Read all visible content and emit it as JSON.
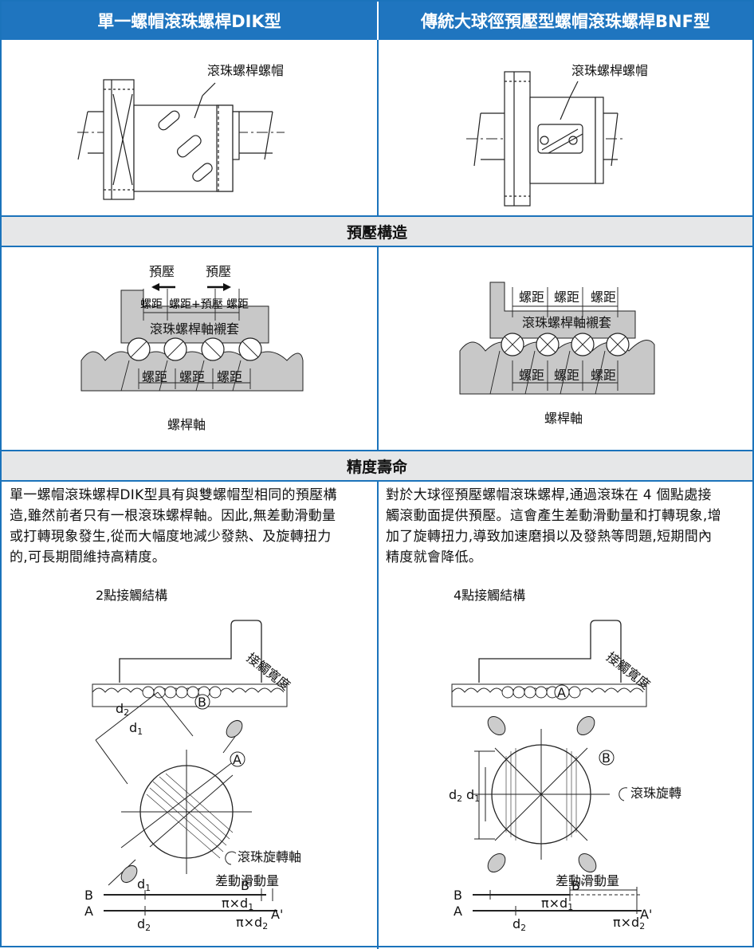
{
  "columns": {
    "left_title": "單一螺帽滾珠螺桿DIK型",
    "right_title": "傳統大球徑預壓型螺帽滾珠螺桿BNF型"
  },
  "structure": {
    "left_nut_label": "滾珠螺桿螺帽",
    "right_nut_label": "滾珠螺桿螺帽"
  },
  "preload": {
    "band_title": "預壓構造",
    "left": {
      "preload_1": "預壓",
      "preload_2": "預壓",
      "pitch_a": "螺距",
      "pitch_plus": "螺距+預壓",
      "pitch_b": "螺距",
      "sleeve": "滾珠螺桿軸襯套",
      "pitch_1": "螺距",
      "pitch_2": "螺距",
      "pitch_3": "螺距",
      "shaft": "螺桿軸"
    },
    "right": {
      "pitch_a": "螺距",
      "pitch_b": "螺距",
      "pitch_c": "螺距",
      "sleeve": "滾珠螺桿軸襯套",
      "pitch_1": "螺距",
      "pitch_2": "螺距",
      "pitch_3": "螺距",
      "shaft": "螺桿軸"
    }
  },
  "life": {
    "band_title": "精度壽命",
    "left_text_1": "單一螺帽滾珠螺桿DIK型具有與雙螺帽型相同的預壓構",
    "left_text_2": "造,雖然前者只有一根滾珠螺桿軸。因此,無差動滑動量",
    "left_text_3": "或打轉現象發生,從而大幅度地減少發熱、及旋轉扭力",
    "left_text_4": "的,可長期間維持高精度。",
    "right_text_1": "對於大球徑預壓螺帽滾珠螺桿,通過滾珠在 4 個點處接",
    "right_text_2": "觸滾動面提供預壓。這會產生差動滑動量和打轉現象,增",
    "right_text_3": "加了旋轉扭力,導致加速磨損以及發熱等問題,短期間內",
    "right_text_4": "精度就會降低。",
    "left_contact": "2點接觸結構",
    "right_contact": "4點接觸結構",
    "contact_width": "接觸寬度",
    "ball_rotation_left": "滾珠旋轉軸",
    "ball_rotation_right": "滾珠旋轉",
    "mark_A": "A",
    "mark_B": "B",
    "d_letter": "d",
    "sub_1": "1",
    "sub_2": "2",
    "slip": "差動滑動量",
    "line_B": "B",
    "line_A": "A",
    "b_prime": "B'",
    "a_prime": "A'",
    "pi_d_prefix": "π×d"
  },
  "colors": {
    "header": "#1f75bf",
    "band": "#e6e7e8",
    "border": "#1b73bb",
    "gray_part": "#c8c8c8"
  }
}
